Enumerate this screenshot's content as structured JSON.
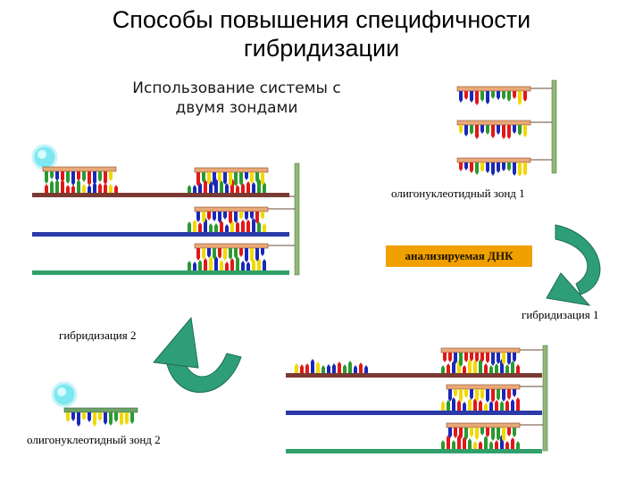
{
  "title": "Способы повышения специфичности гибридизации",
  "subtitle": "Использование системы с двумя зондами",
  "labels": {
    "probe1": "олигонуклеотидный зонд 1",
    "target_dna": "анализируемая ДНК",
    "hybridization1": "гибридизация 1",
    "hybridization2": "гибридизация 2",
    "probe2": "олигонуклеотидный зонд 2"
  },
  "colors": {
    "strand_brown": "#7a3a32",
    "strand_blue": "#2a3aa8",
    "strand_green": "#30a06a",
    "probe_backbone": "#e8a878",
    "probe2_backbone": "#6ea06a",
    "support_bar": "#8fb874",
    "arrow": "#2e9e78",
    "label_box": "#f0a000",
    "fluor_bead": "#7ee8f0"
  },
  "icons": [
    "fluorescent-bead-icon",
    "curved-arrow-icon"
  ]
}
